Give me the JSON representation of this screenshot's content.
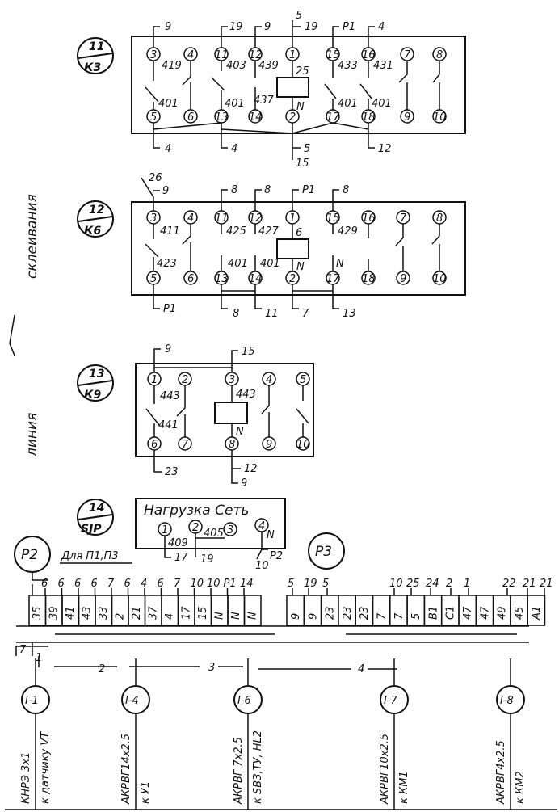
{
  "side_labels": {
    "upper": "склеивания",
    "lower": "линия"
  },
  "relays": [
    {
      "id": "11",
      "code": "К3",
      "top_terminals": [
        "3",
        "4",
        "11",
        "12",
        "1",
        "15",
        "16",
        "7",
        "8"
      ],
      "bottom_terminals": [
        "5",
        "6",
        "13",
        "14",
        "2",
        "17",
        "18",
        "9",
        "10"
      ],
      "top_wires": [
        "9",
        "19",
        "9",
        "5",
        "19",
        "Р1",
        "4"
      ],
      "inner_top": [
        "419",
        "403",
        "439",
        "25",
        "433",
        "431"
      ],
      "inner_bottom": [
        "401",
        "401",
        "437",
        "N",
        "401",
        "401"
      ],
      "bottom_wires": [
        "4",
        "4",
        "5",
        "15",
        "12"
      ]
    },
    {
      "id": "12",
      "code": "К6",
      "top_terminals": [
        "3",
        "4",
        "11",
        "12",
        "1",
        "15",
        "16",
        "7",
        "8"
      ],
      "bottom_terminals": [
        "5",
        "6",
        "13",
        "14",
        "2",
        "17",
        "18",
        "9",
        "10"
      ],
      "top_wires": [
        "26",
        "9",
        "8",
        "8",
        "Р1",
        "8"
      ],
      "inner_top": [
        "411",
        "425",
        "427",
        "6",
        "429"
      ],
      "inner_bottom": [
        "423",
        "401",
        "401",
        "N",
        "N"
      ],
      "bottom_wires": [
        "Р1",
        "8",
        "11",
        "7",
        "13"
      ]
    },
    {
      "id": "13",
      "code": "К9",
      "top_terminals": [
        "1",
        "2",
        "3",
        "4",
        "5"
      ],
      "bottom_terminals": [
        "6",
        "7",
        "8",
        "9",
        "10"
      ],
      "top_wires": [
        "9",
        "15"
      ],
      "inner_top": [
        "443",
        "443"
      ],
      "inner_bottom": [
        "441",
        "N"
      ],
      "bottom_wires": [
        "23",
        "12",
        "9"
      ]
    },
    {
      "id": "14",
      "code": "SЈР",
      "title": "Нагрузка Сеть",
      "terminals": [
        "1",
        "2",
        "3",
        "4"
      ],
      "inner": [
        "409",
        "405",
        "N"
      ],
      "bottom_wires": [
        "17",
        "19",
        "Р2",
        "10"
      ]
    }
  ],
  "terminal_block": {
    "p2": "Р2",
    "p3": "Р3",
    "note": "Для П1,П3",
    "left_top": [
      "6",
      "6",
      "6",
      "6",
      "7",
      "6",
      "4",
      "6",
      "7",
      "10",
      "10",
      "Р1",
      "14"
    ],
    "left_cells": [
      "35",
      "39",
      "41",
      "43",
      "33",
      "2",
      "21",
      "37",
      "4",
      "17",
      "15",
      "N",
      "N",
      "N"
    ],
    "right_top": [
      "5",
      "19",
      "5",
      "10",
      "25",
      "24",
      "2",
      "1",
      "22",
      "21",
      "21"
    ],
    "right_cells": [
      "9",
      "9",
      "23",
      "23",
      "23",
      "7",
      "7",
      "5",
      "В1",
      "С1",
      "47",
      "47",
      "49",
      "45",
      "А1"
    ],
    "small_labels": [
      "7",
      "1",
      "2",
      "3",
      "4"
    ]
  },
  "cables": [
    {
      "id": "I-1",
      "type": "КНРЭ 3х1",
      "dest": "к датчику VT"
    },
    {
      "id": "I-4",
      "type": "АКРВГ14х2.5",
      "dest": "к У1"
    },
    {
      "id": "I-6",
      "type": "АКРВГ 7х2.5",
      "dest": "к SВЗ,ТУ, HL2"
    },
    {
      "id": "I-7",
      "type": "АКРВГ10х2.5",
      "dest": "к КМ1"
    },
    {
      "id": "I-8",
      "type": "АКРВГ4х2.5",
      "dest": "к КМ2"
    }
  ]
}
